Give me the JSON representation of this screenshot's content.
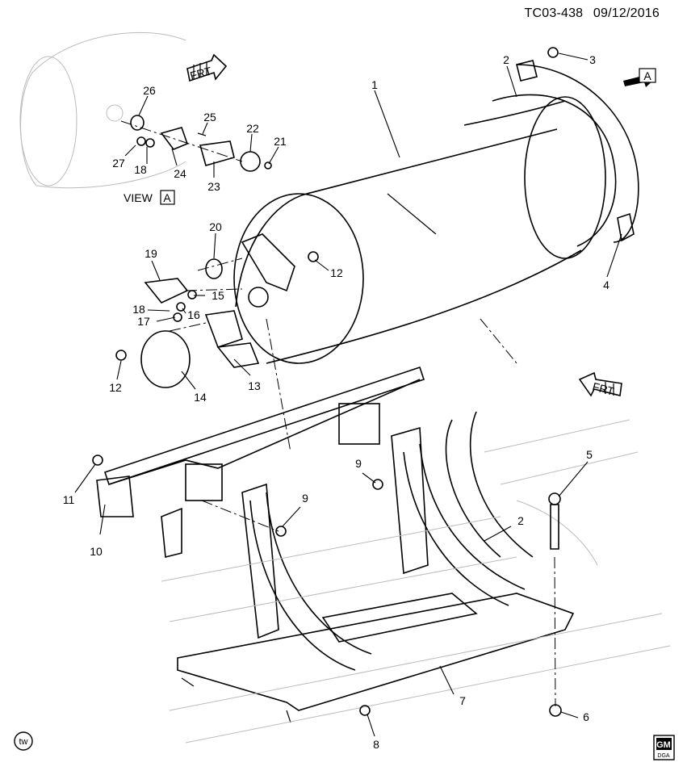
{
  "header": {
    "code": "TC03-438",
    "date": "09/12/2016"
  },
  "view_label": {
    "text": "VIEW",
    "boxed_letter": "A"
  },
  "view_arrow_letter": "A",
  "front_markers": [
    {
      "text": "FRT"
    },
    {
      "text": "FRT"
    }
  ],
  "callouts": [
    "1",
    "2",
    "3",
    "4",
    "5",
    "6",
    "7",
    "8",
    "9",
    "9",
    "10",
    "11",
    "12",
    "12",
    "13",
    "14",
    "15",
    "16",
    "17",
    "18",
    "18",
    "19",
    "20",
    "21",
    "22",
    "23",
    "24",
    "25",
    "26",
    "27",
    "2"
  ],
  "corner_marks": {
    "left": "tw",
    "right_top": "GM",
    "right_bottom": "DGA"
  }
}
